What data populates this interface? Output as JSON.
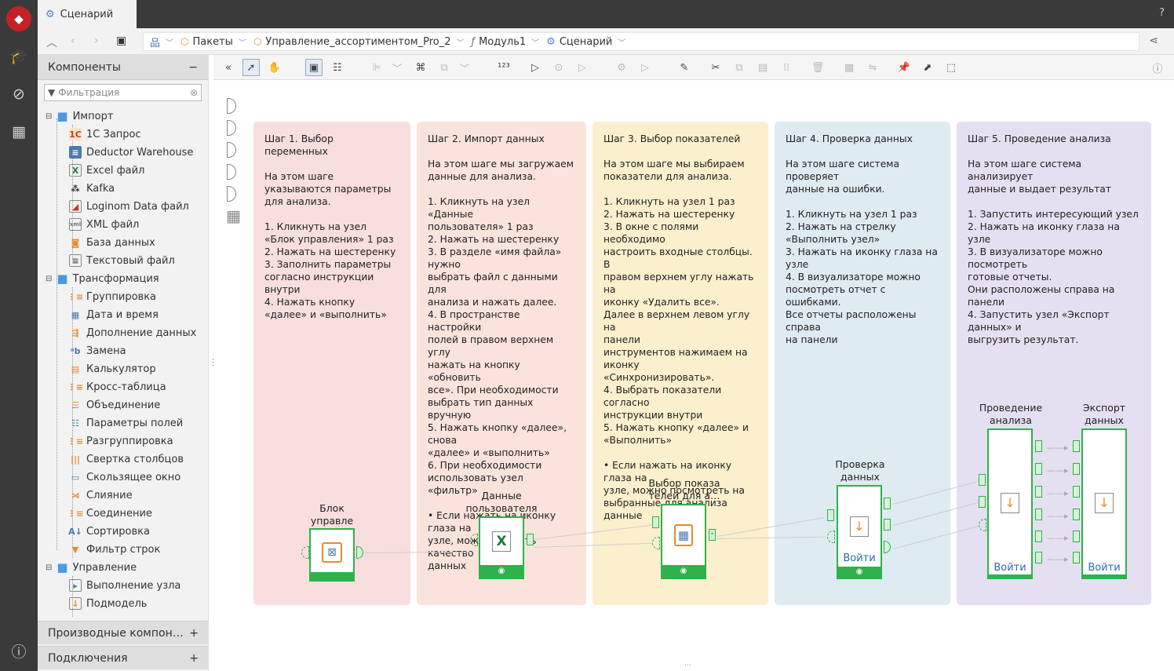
{
  "window": {
    "tab_title": "Сценарий",
    "help": "?"
  },
  "breadcrumbs": [
    "Пакеты",
    "Управление_ассортиментом_Pro_2",
    "Модуль1",
    "Сценарий"
  ],
  "left_panel": {
    "title": "Компоненты",
    "collapse": "−",
    "filter_placeholder": "Фильтрация",
    "groups": [
      {
        "label": "Импорт"
      },
      {
        "label": "Трансформация"
      },
      {
        "label": "Управление"
      }
    ],
    "import_items": [
      "1С Запрос",
      "Deductor Warehouse",
      "Excel файл",
      "Kafka",
      "Loginom Data файл",
      "XML файл",
      "База данных",
      "Текстовый файл"
    ],
    "transform_items": [
      "Группировка",
      "Дата и время",
      "Дополнение данных",
      "Замена",
      "Калькулятор",
      "Кросс-таблица",
      "Объединение",
      "Параметры полей",
      "Разгруппировка",
      "Свертка столбцов",
      "Скользящее окно",
      "Слияние",
      "Соединение",
      "Сортировка",
      "Фильтр строк"
    ],
    "control_items": [
      "Выполнение узла",
      "Подмодель"
    ],
    "bottom": [
      {
        "label": "Производные компон…",
        "action": "+"
      },
      {
        "label": "Подключения",
        "action": "+"
      }
    ]
  },
  "steps": [
    {
      "title": "Шаг 1. Выбор переменных",
      "body": "На этом шаге\nуказываются параметры для анализа.\n\n1. Кликнуть на узел\n«Блок управления» 1 раз\n2. Нажать на шестеренку\n3. Заполнить параметры\nсогласно инструкции внутри\n4. Нажать кнопку\n«далее» и «выполнить»",
      "bg": "#f8dede"
    },
    {
      "title": "Шаг 2. Импорт данных",
      "body": "На этом шаге мы загружаем\nданные для анализа.\n\n1. Кликнуть на узел «Данные\nпользователя» 1 раз\n2. Нажать на шестеренку\n3. В разделе «имя файла» нужно\nвыбрать файл с данными для\nанализа и нажать далее.\n4. В пространстве настройки\nполей в правом верхнем углу\nнажать на кнопку «обновить\nвсе». При необходимости\nвыбрать тип данных вручную\n5. Нажать кнопку «далее», снова\n«далее» и «выполнить»\n6. При необходимости\nиспользовать узел «фильтр»\n\n• Если нажать на иконку глаза на\nузле, можно оценить качество\nданных",
      "bg": "#fae3db"
    },
    {
      "title": "Шаг 3. Выбор показателей",
      "body": "На этом шаге мы выбираем\nпоказатели для анализа.\n\n1. Кликнуть на узел 1 раз\n2. Нажать на шестеренку\n3. В окне с полями необходимо\nнастроить входные столбцы. В\nправом верхнем углу нажать на\nиконку «Удалить все».\nДалее в верхнем левом углу на\nпанели\nинструментов нажимаем на\nиконку\n«Синхронизировать».\n4. Выбрать показатели согласно\nинструкции внутри\n5. Нажать кнопку «далее» и\n«Выполнить»\n\n• Если нажать на иконку глаза на\nузле, можно посмотреть на\nвыбранные для анализа данные",
      "bg": "#fcefcd"
    },
    {
      "title": "Шаг 4. Проверка данных",
      "body": "На этом шаге система проверяет\nданные на ошибки.\n\n1. Кликнуть на узел 1 раз\n2. Нажать на стрелку\n«Выполнить узел»\n3. Нажать на иконку глаза на узле\n4. В визуализаторе можно\nпосмотреть отчет с ошибками.\nВсе отчеты расположены справа\nна панели",
      "bg": "#deebf1"
    },
    {
      "title": "Шаг 5. Проведение анализа",
      "body": "На этом шаге система анализирует\nданные и выдает результат\n\n1. Запустить интересующий узел\n2. Нажать на иконку глаза на узле\n3. В визуализаторе можно посмотреть\nготовые отчеты.\nОни расположены справа на панели\n4. Запустить узел «Экспорт данных» и\nвыгрузить результат.",
      "bg": "#e5e0f1"
    }
  ],
  "nodes": [
    {
      "label": "Блок управле\nния"
    },
    {
      "label": "Данные\nпользователя"
    },
    {
      "label": "Выбор показа\nтелей для а…"
    },
    {
      "label": "Проверка\nданных",
      "button": "Войти"
    },
    {
      "label": "Проведение\nанализа",
      "button": "Войти"
    },
    {
      "label": "Экспорт\nданных",
      "button": "Войти"
    }
  ],
  "colors": {
    "accent": "#2eb24b",
    "sidebar": "#3a3a3a",
    "brand": "#c42127",
    "link": "#2a6bb0"
  }
}
